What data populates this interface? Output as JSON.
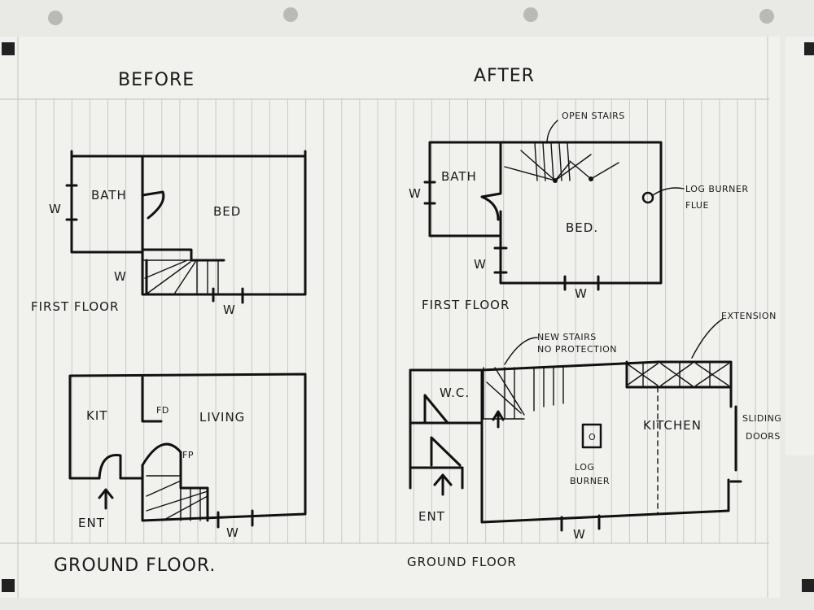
{
  "headings": {
    "before": "BEFORE",
    "after": "AFTER"
  },
  "before": {
    "first_floor": {
      "label": "FIRST FLOOR",
      "bath": "BATH",
      "bed": "BED",
      "w": "W"
    },
    "ground_floor": {
      "label": "GROUND FLOOR.",
      "kit": "KIT",
      "living": "LIVING",
      "fd": "FD",
      "fp": "FP",
      "ent": "ENT",
      "w": "W"
    }
  },
  "after": {
    "first_floor": {
      "label": "FIRST FLOOR",
      "bath": "BATH",
      "bed": "BED.",
      "w": "W",
      "open_stairs": "OPEN STAIRS",
      "log_burner_flue_1": "LOG BURNER",
      "log_burner_flue_2": "FLUE"
    },
    "ground_floor": {
      "label": "GROUND FLOOR",
      "wc": "W.C.",
      "ent": "ENT",
      "kitchen": "KITCHEN",
      "log_burner_1": "LOG",
      "log_burner_2": "BURNER",
      "log_burner_mark": "O",
      "new_stairs_1": "NEW STAIRS",
      "new_stairs_2": "NO PROTECTION",
      "extension": "EXTENSION",
      "sliding_doors_1": "SLIDING",
      "sliding_doors_2": "DOORS",
      "w": "W"
    }
  }
}
